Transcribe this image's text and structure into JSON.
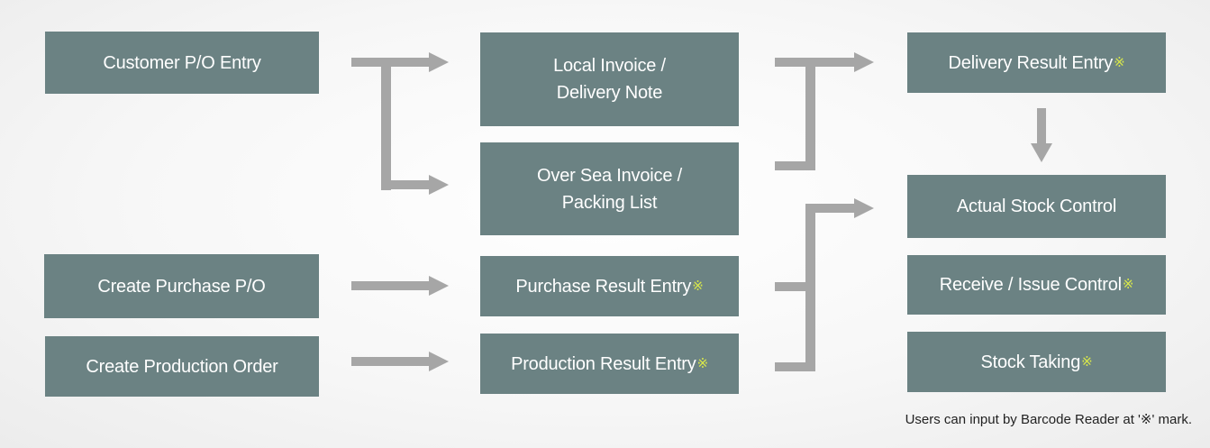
{
  "colors": {
    "box_fill": "#6b8283",
    "box_text": "#ffffff",
    "arrow": "#a6a6a6",
    "barcode_mark": "#d9e84a",
    "note_text": "#222222"
  },
  "barcode_mark_symbol": "※",
  "nodes": {
    "customer_po_entry": {
      "label": "Customer P/O Entry",
      "barcode": false
    },
    "create_purchase_po": {
      "label": "Create Purchase P/O",
      "barcode": false
    },
    "create_production_order": {
      "label": "Create Production Order",
      "barcode": false
    },
    "local_invoice": {
      "label": "Local Invoice /\nDelivery Note",
      "barcode": false
    },
    "over_sea_invoice": {
      "label": "Over Sea Invoice /\nPacking List",
      "barcode": false
    },
    "purchase_result_entry": {
      "label": "Purchase Result Entry",
      "barcode": true
    },
    "production_result_entry": {
      "label": "Production Result Entry",
      "barcode": true
    },
    "delivery_result_entry": {
      "label": "Delivery Result Entry",
      "barcode": true
    },
    "actual_stock_control": {
      "label": "Actual Stock Control",
      "barcode": false
    },
    "receive_issue_control": {
      "label": "Receive / Issue Control",
      "barcode": true
    },
    "stock_taking": {
      "label": "Stock Taking",
      "barcode": true
    }
  },
  "edges": [
    {
      "from": "customer_po_entry",
      "to": "local_invoice"
    },
    {
      "from": "customer_po_entry",
      "to": "over_sea_invoice"
    },
    {
      "from": "create_purchase_po",
      "to": "purchase_result_entry"
    },
    {
      "from": "create_production_order",
      "to": "production_result_entry"
    },
    {
      "from": "local_invoice",
      "to": "delivery_result_entry"
    },
    {
      "from": "over_sea_invoice",
      "to": "delivery_result_entry"
    },
    {
      "from": "delivery_result_entry",
      "to": "actual_stock_control"
    },
    {
      "from": "purchase_result_entry",
      "to": "actual_stock_control"
    },
    {
      "from": "production_result_entry",
      "to": "actual_stock_control"
    }
  ],
  "note": "Users can input by Barcode Reader at '※' mark."
}
